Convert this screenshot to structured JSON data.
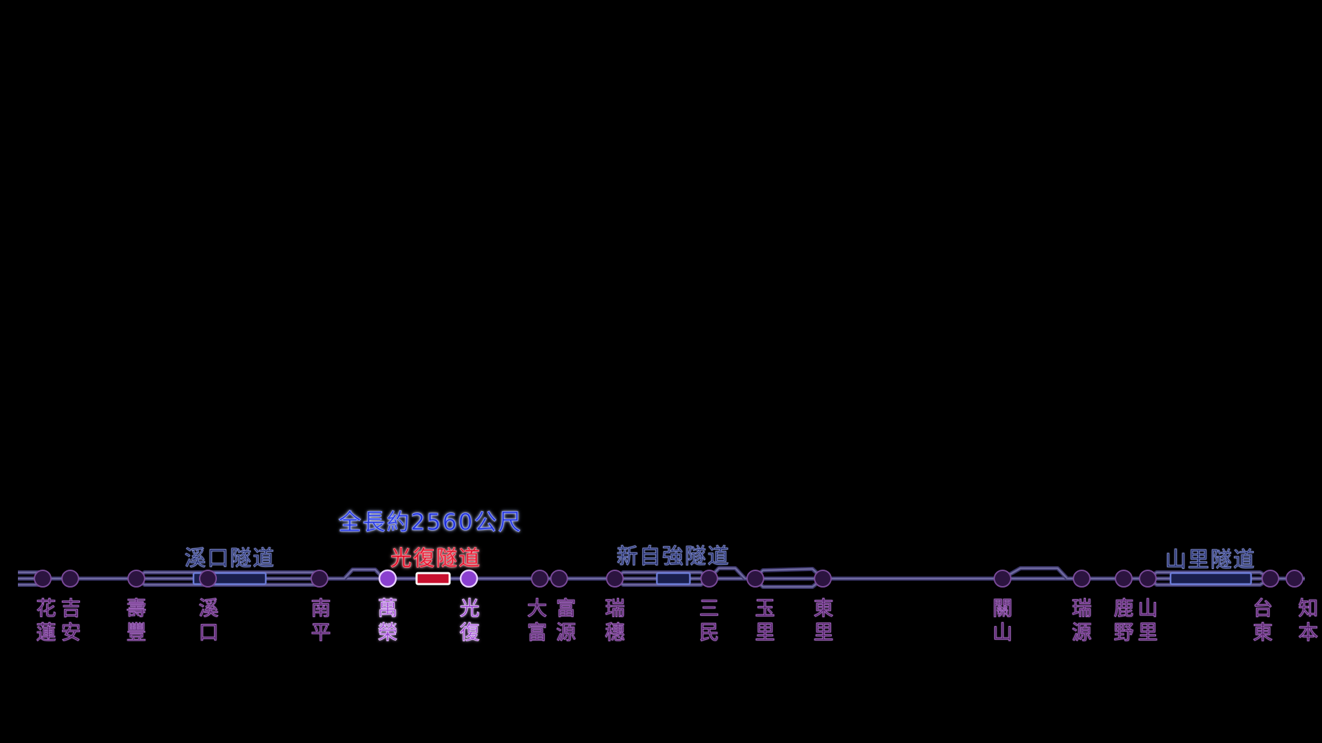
{
  "length_label": "全長約2560公尺",
  "tunnels": [
    {
      "id": "xikou",
      "name": "溪口隧道",
      "active": false
    },
    {
      "id": "guangfu",
      "name": "光復隧道",
      "active": true
    },
    {
      "id": "xinziqiang",
      "name": "新自強隧道",
      "active": false
    },
    {
      "id": "shanli",
      "name": "山里隧道",
      "active": false
    }
  ],
  "stations": [
    {
      "id": "hualien",
      "name": [
        "花",
        "蓮"
      ],
      "highlight": false
    },
    {
      "id": "jian",
      "name": [
        "吉",
        "安"
      ],
      "highlight": false
    },
    {
      "id": "shoufeng",
      "name": [
        "壽",
        "豐"
      ],
      "highlight": false
    },
    {
      "id": "xikou",
      "name": [
        "溪",
        "口"
      ],
      "highlight": false
    },
    {
      "id": "nanping",
      "name": [
        "南",
        "平"
      ],
      "highlight": false
    },
    {
      "id": "wanrong",
      "name": [
        "萬",
        "榮"
      ],
      "highlight": true
    },
    {
      "id": "guangfu",
      "name": [
        "光",
        "復"
      ],
      "highlight": true
    },
    {
      "id": "dafu",
      "name": [
        "大",
        "富"
      ],
      "highlight": false
    },
    {
      "id": "fuyuan",
      "name": [
        "富",
        "源"
      ],
      "highlight": false
    },
    {
      "id": "ruisui",
      "name": [
        "瑞",
        "穗"
      ],
      "highlight": false
    },
    {
      "id": "sanmin",
      "name": [
        "三",
        "民"
      ],
      "highlight": false
    },
    {
      "id": "yuli",
      "name": [
        "玉",
        "里"
      ],
      "highlight": false
    },
    {
      "id": "dongli",
      "name": [
        "東",
        "里"
      ],
      "highlight": false
    },
    {
      "id": "guanshan",
      "name": [
        "關",
        "山"
      ],
      "highlight": false
    },
    {
      "id": "ruiyuan",
      "name": [
        "瑞",
        "源"
      ],
      "highlight": false
    },
    {
      "id": "luye",
      "name": [
        "鹿",
        "野"
      ],
      "highlight": false
    },
    {
      "id": "shanli",
      "name": [
        "山",
        "里"
      ],
      "highlight": false
    },
    {
      "id": "taitung",
      "name": [
        "台",
        "東"
      ],
      "highlight": false
    },
    {
      "id": "zhiben",
      "name": [
        "知",
        "本"
      ],
      "highlight": false
    }
  ],
  "colors": {
    "background": "#000000",
    "track": "#6f6aa0",
    "track_glow": "#3a3568",
    "station_fill": "#2c1440",
    "station_ring": "#7a4a9a",
    "station_bright_fill": "#8a3fd0",
    "station_bright_ring": "#e8d0ff",
    "tunnel_box": "#1a1f4d",
    "tunnel_box_border": "#6b7bd8",
    "tunnel_active": "#c8102e",
    "tunnel_active_border": "#ffffff"
  }
}
